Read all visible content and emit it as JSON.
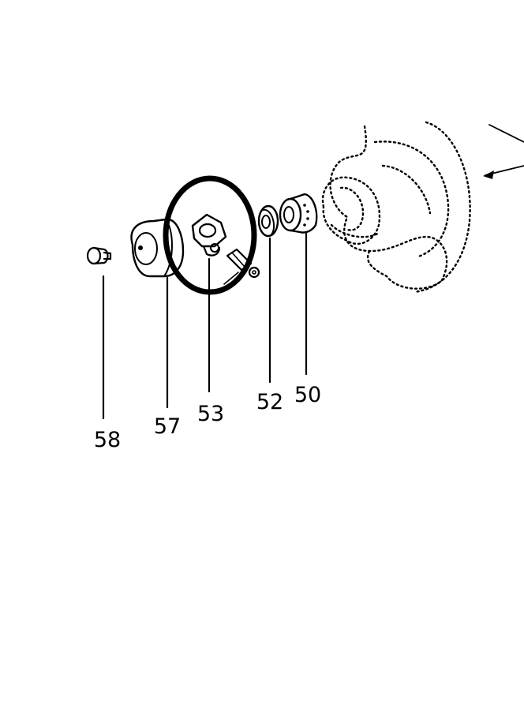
{
  "labels": {
    "p58": "58",
    "p57": "57",
    "p53": "53",
    "p52": "52",
    "p50": "50"
  },
  "highlight": {
    "color": "#000000",
    "part": "53"
  }
}
